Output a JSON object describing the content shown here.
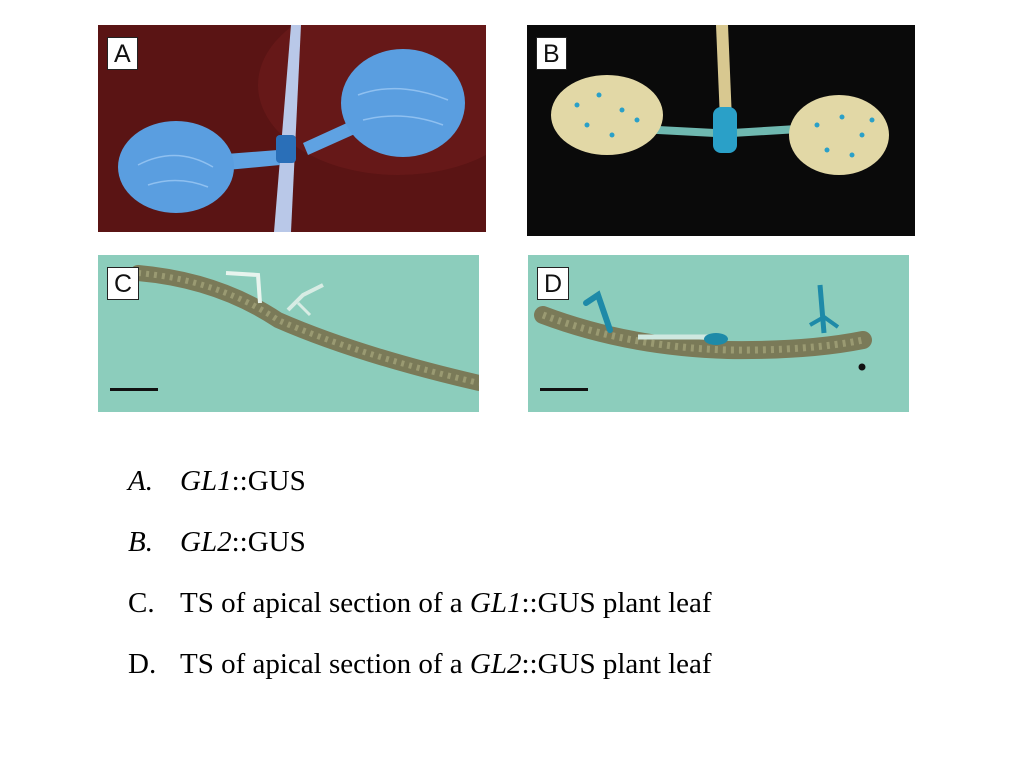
{
  "panels": {
    "a": {
      "tag": "A"
    },
    "b": {
      "tag": "B"
    },
    "c": {
      "tag": "C"
    },
    "d": {
      "tag": "D"
    }
  },
  "captions": [
    {
      "label": "A.",
      "gene": "GL1",
      "mid": "::GUS",
      "rest": ""
    },
    {
      "label": "B.",
      "gene": "GL2",
      "mid": "::GUS",
      "rest": ""
    },
    {
      "label": "C.",
      "pre": "TS of apical section of a ",
      "gene": "GL1",
      "mid": "::GUS plant leaf"
    },
    {
      "label": "D.",
      "pre": "TS of apical section of a ",
      "gene": "GL2",
      "mid": "::GUS plant leaf"
    }
  ],
  "colors": {
    "panel_a_bg": "#5a1414",
    "panel_a_stain": "#5a9ee0",
    "panel_b_bg": "#0a0a0a",
    "panel_b_leaf": "#e2d8a6",
    "panel_b_stain": "#2aa0c8",
    "section_bg": "#8ccdbc",
    "section_tissue": "#7a7a58"
  }
}
